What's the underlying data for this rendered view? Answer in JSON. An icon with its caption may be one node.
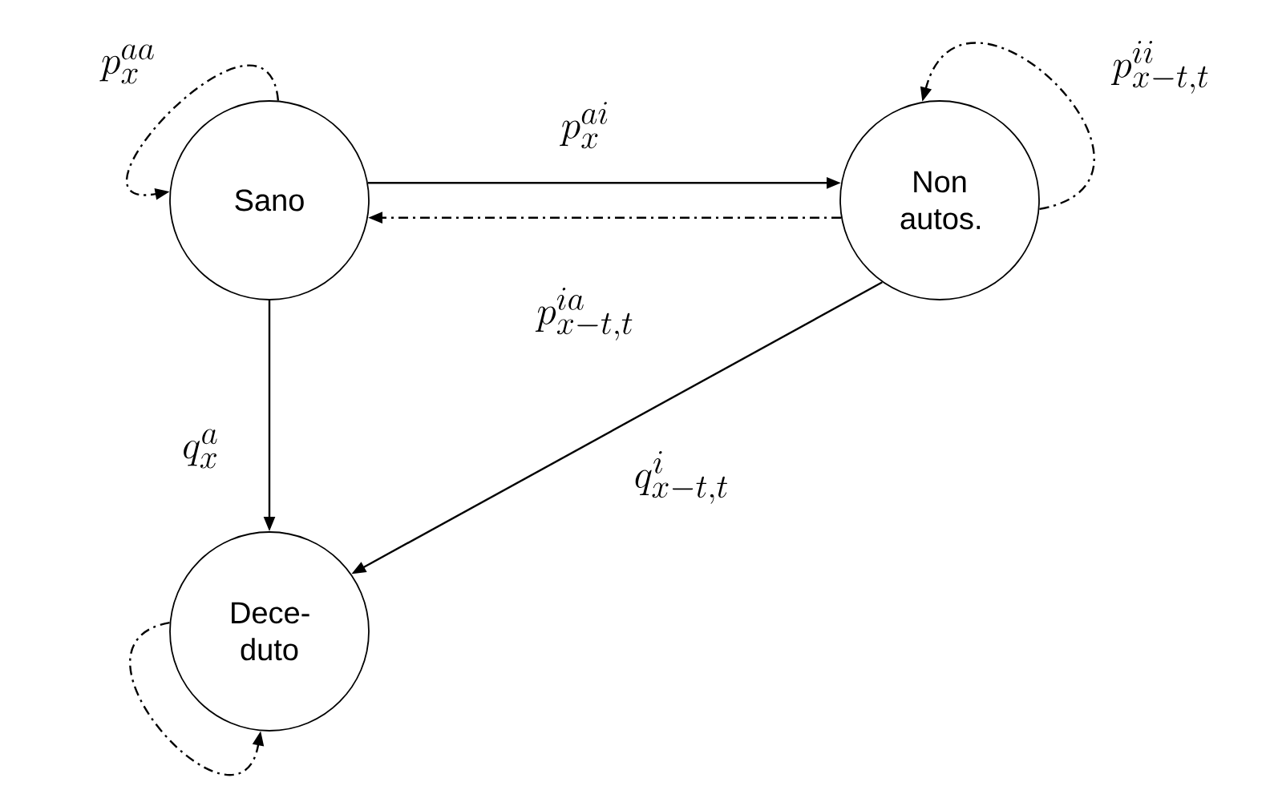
{
  "diagram": {
    "nodes": [
      {
        "text": [
          "Sano"
        ]
      },
      {
        "text": [
          "Non autos."
        ]
      },
      {
        "text": [
          "Dece- duto"
        ]
      }
    ],
    "edges": [
      {
        "from": 0,
        "to": 0,
        "arrow": "to",
        "style": "dashed",
        "label": "p_{x}^{aa}"
      },
      {
        "from": 0,
        "to": 1,
        "arrow": "to",
        "label": "p_{x}^{ai}"
      },
      {
        "from": 1,
        "to": 0,
        "arrow": "to",
        "style": "dashed",
        "label": "p_{x-t,t}^{ia}"
      },
      {
        "from": 1,
        "to": 1,
        "arrow": "to",
        "style": "dashed",
        "label": "p_{x-t,t}^{ii}"
      },
      {
        "from": 0,
        "to": 2,
        "arrow": "to",
        "label": "q_{x}^{a}"
      },
      {
        "from": 1,
        "to": 2,
        "arrow": "to",
        "label": "q_{x-t,t}^{i}"
      },
      {
        "from": 2,
        "to": 2,
        "arrow": "to",
        "style": "dashed"
      }
    ]
  }
}
